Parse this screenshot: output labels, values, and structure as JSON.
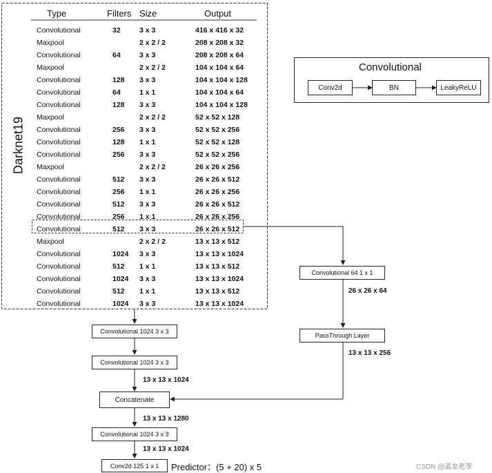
{
  "darknet": {
    "title": "Darknet19",
    "headers": {
      "type": "Type",
      "filters": "Filters",
      "size": "Size",
      "output": "Output"
    },
    "rows": [
      {
        "type": "Convolutional",
        "filters": "32",
        "size": "3 x 3",
        "output": "416 x 416 x 32"
      },
      {
        "type": "Maxpool",
        "filters": "",
        "size": "2 x 2 / 2",
        "output": "208 x 208 x 32"
      },
      {
        "type": "Convolutional",
        "filters": "64",
        "size": "3 x 3",
        "output": "208 x 208 x 64"
      },
      {
        "type": "Maxpool",
        "filters": "",
        "size": "2 x 2 / 2",
        "output": "104 x 104 x 64"
      },
      {
        "type": "Convolutional",
        "filters": "128",
        "size": "3 x 3",
        "output": "104 x 104 x 128"
      },
      {
        "type": "Convolutional",
        "filters": "64",
        "size": "1 x 1",
        "output": "104 x 104 x 64"
      },
      {
        "type": "Convolutional",
        "filters": "128",
        "size": "3 x 3",
        "output": "104 x 104 x 128"
      },
      {
        "type": "Maxpool",
        "filters": "",
        "size": "2 x 2 / 2",
        "output": "52 x 52 x 128"
      },
      {
        "type": "Convolutional",
        "filters": "256",
        "size": "3 x 3",
        "output": "52 x 52 x 256"
      },
      {
        "type": "Convolutional",
        "filters": "128",
        "size": "1 x 1",
        "output": "52 x 52 x 128"
      },
      {
        "type": "Convolutional",
        "filters": "256",
        "size": "3 x 3",
        "output": "52 x 52 x 256"
      },
      {
        "type": "Maxpool",
        "filters": "",
        "size": "2 x 2 / 2",
        "output": "26 x 26 x 256"
      },
      {
        "type": "Convolutional",
        "filters": "512",
        "size": "3 x 3",
        "output": "26 x 26 x 512"
      },
      {
        "type": "Convolutional",
        "filters": "256",
        "size": "1 x 1",
        "output": "26 x 26 x 256"
      },
      {
        "type": "Convolutional",
        "filters": "512",
        "size": "3 x 3",
        "output": "26 x 26 x 512"
      },
      {
        "type": "Convolutional",
        "filters": "256",
        "size": "1 x 1",
        "output": "26 x 26 x 256"
      },
      {
        "type": "Convolutional",
        "filters": "512",
        "size": "3 x 3",
        "output": "26 x 26 x 512"
      },
      {
        "type": "Maxpool",
        "filters": "",
        "size": "2 x 2 / 2",
        "output": "13 x 13 x 512"
      },
      {
        "type": "Convolutional",
        "filters": "1024",
        "size": "3 x 3",
        "output": "13 x 13 x 1024"
      },
      {
        "type": "Convolutional",
        "filters": "512",
        "size": "1 x 1",
        "output": "13 x 13 x 512"
      },
      {
        "type": "Convolutional",
        "filters": "1024",
        "size": "3 x 3",
        "output": "13 x 13 x 1024"
      },
      {
        "type": "Convolutional",
        "filters": "512",
        "size": "1 x 1",
        "output": "13 x 13 x 512"
      },
      {
        "type": "Convolutional",
        "filters": "1024",
        "size": "3 x 3",
        "output": "13 x 13 x 1024"
      }
    ]
  },
  "legend": {
    "title": "Convolutional",
    "conv2d": "Conv2d",
    "bn": "BN",
    "leaky": "LeakyReLU"
  },
  "head": {
    "conv1": "Convolutional   1024   3 x 3",
    "conv2": "Convolutional   1024   3 x 3",
    "out2": "13 x 13 x 1024",
    "concat": "Concatenate",
    "out_concat": "13 x 13 x 1280",
    "conv3": "Convolutional   1024   3 x 3",
    "out3": "13 x 13 x 1024",
    "predictor_box": "Conv2d   125   1 x 1",
    "predictor_text": "Predictor：(5 + 20) x 5"
  },
  "branch": {
    "conv": "Convolutional   64    1 x 1",
    "conv_out": "26 x 26 x 64",
    "passthrough": "PassThrough Layer",
    "pass_out": "13 x 13 x 256"
  },
  "watermark": "CSDN @道友老李"
}
